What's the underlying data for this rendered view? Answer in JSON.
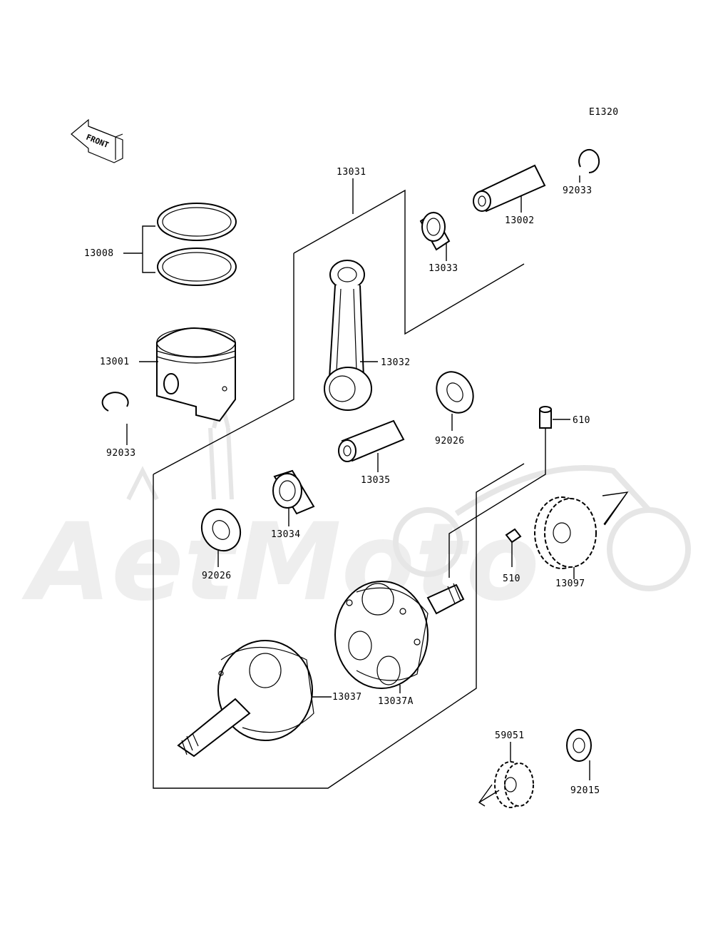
{
  "diagram": {
    "code": "E1320",
    "front_label": "FRONT",
    "watermark": "AetMoto",
    "parts": [
      {
        "id": "13008",
        "label": "13008"
      },
      {
        "id": "13001",
        "label": "13001"
      },
      {
        "id": "92033a",
        "label": "92033"
      },
      {
        "id": "13031",
        "label": "13031"
      },
      {
        "id": "13032",
        "label": "13032"
      },
      {
        "id": "13033",
        "label": "13033"
      },
      {
        "id": "13002",
        "label": "13002"
      },
      {
        "id": "92033b",
        "label": "92033"
      },
      {
        "id": "92026a",
        "label": "92026"
      },
      {
        "id": "610",
        "label": "610"
      },
      {
        "id": "13035",
        "label": "13035"
      },
      {
        "id": "13034",
        "label": "13034"
      },
      {
        "id": "92026b",
        "label": "92026"
      },
      {
        "id": "510",
        "label": "510"
      },
      {
        "id": "13097",
        "label": "13097"
      },
      {
        "id": "13037",
        "label": "13037"
      },
      {
        "id": "13037A",
        "label": "13037A"
      },
      {
        "id": "59051",
        "label": "59051"
      },
      {
        "id": "92015",
        "label": "92015"
      }
    ]
  }
}
